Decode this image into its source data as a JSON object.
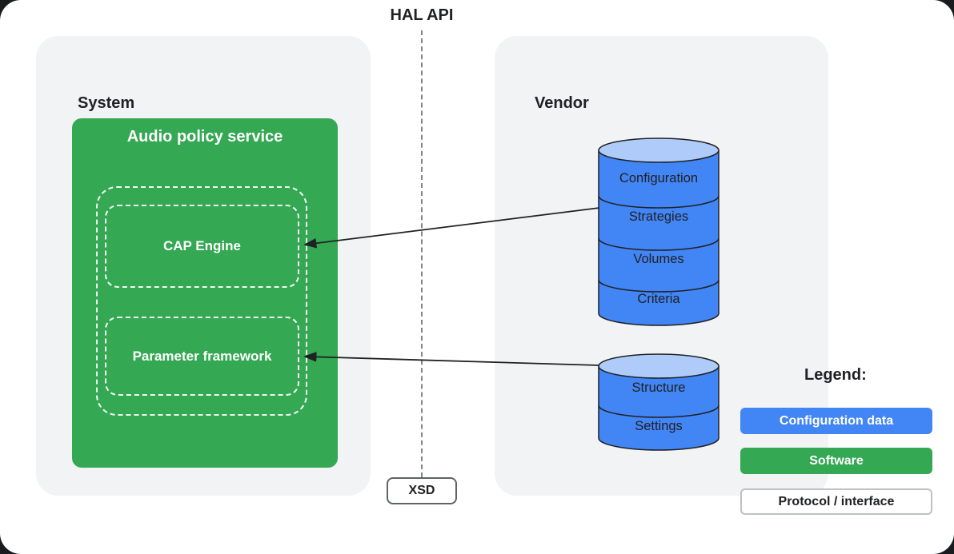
{
  "colors": {
    "software_green": "#34A853",
    "config_blue": "#4285F4",
    "config_blue_light": "#AECBFA",
    "container_gray": "#F1F3F4",
    "text_dark": "#202124"
  },
  "hal_api": {
    "label": "HAL API",
    "xsd_label": "XSD"
  },
  "system": {
    "label": "System",
    "audio_policy_service": "Audio policy service",
    "cap_engine": "CAP Engine",
    "parameter_framework": "Parameter framework"
  },
  "vendor": {
    "label": "Vendor",
    "config_db": {
      "segments": [
        "Configuration",
        "Strategies",
        "Volumes",
        "Criteria"
      ]
    },
    "settings_db": {
      "segments": [
        "Structure",
        "Settings"
      ]
    }
  },
  "legend": {
    "title": "Legend:",
    "items": [
      {
        "label": "Configuration data"
      },
      {
        "label": "Software"
      },
      {
        "label": "Protocol / interface"
      }
    ]
  }
}
